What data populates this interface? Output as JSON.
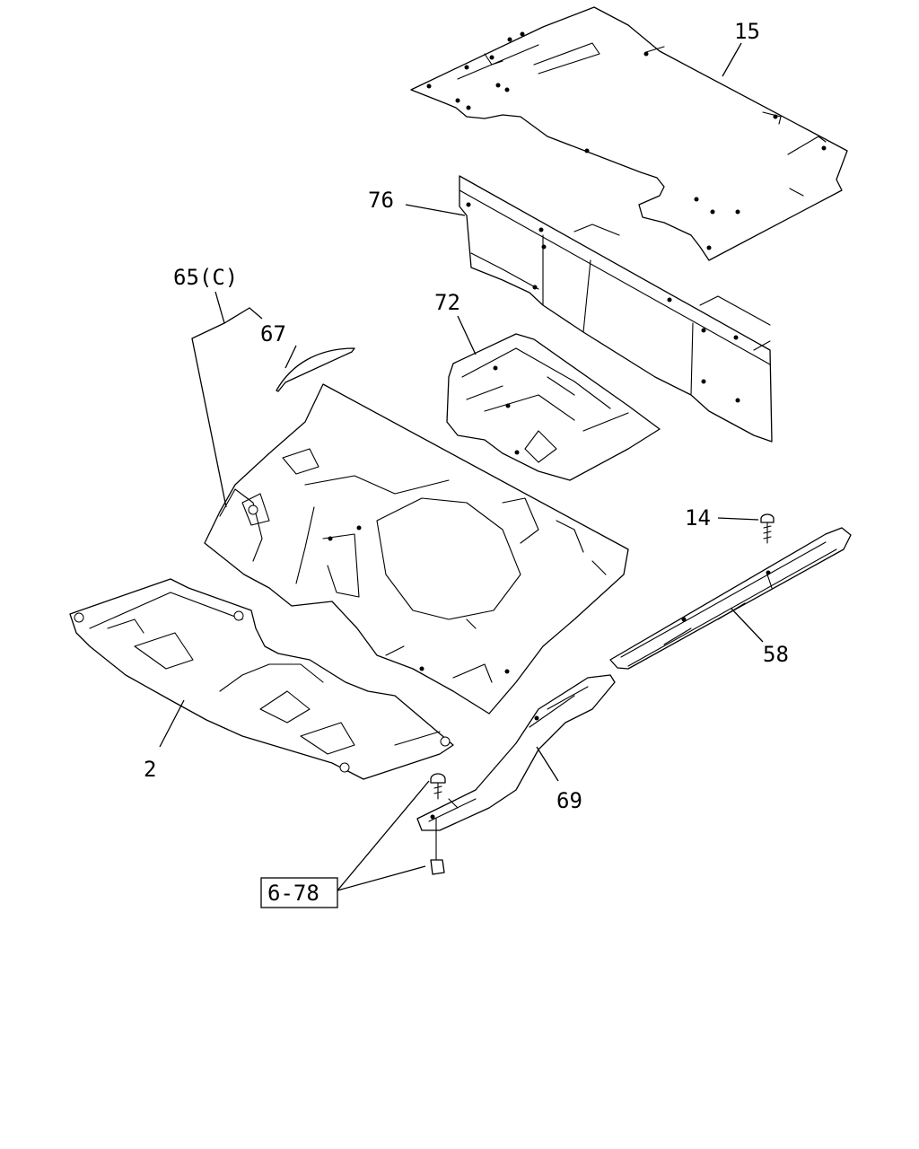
{
  "callouts": {
    "p15": "15",
    "p76": "76",
    "p65c": "65(C)",
    "p67": "67",
    "p72": "72",
    "p14": "14",
    "p58": "58",
    "p2": "2",
    "p69": "69",
    "ref": "6-78"
  },
  "colors": {
    "line": "#000000",
    "background": "#ffffff"
  }
}
